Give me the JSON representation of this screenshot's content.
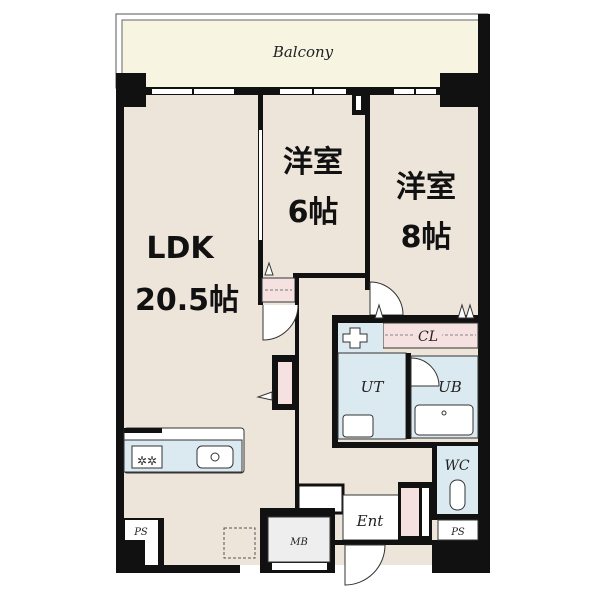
{
  "plan": {
    "balcony": "Balcony",
    "ldk": {
      "name": "LDK",
      "size": "20.5帖"
    },
    "room6": {
      "name": "洋室",
      "size": "6帖"
    },
    "room8": {
      "name": "洋室",
      "size": "8帖"
    },
    "closet": "CL",
    "utility": "UT",
    "bath": "UB",
    "toilet": "WC",
    "entrance": "Ent",
    "meter_box": "MB",
    "pipe_space_left": "PS",
    "pipe_space_right": "PS"
  },
  "colors": {
    "wall": "#111111",
    "floor": "#ede4da",
    "balcony": "#f7f4e2",
    "wet_area": "#dbe9f1",
    "closet": "#f4e1e0",
    "utility_grey": "#eeeeee"
  }
}
